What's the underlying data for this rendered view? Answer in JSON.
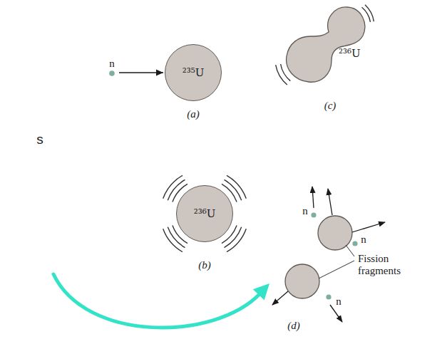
{
  "diagram": {
    "nodes": [
      {
        "text": [
          "n"
        ]
      },
      {
        "text": [
          "²³⁵U"
        ]
      },
      {
        "text": [
          "²³⁶U"
        ]
      },
      {
        "text": [
          "²³⁶U"
        ]
      }
    ],
    "edges": [
      {
        "from": 0,
        "to": 1,
        "arrow": "to"
      }
    ],
    "labels": [
      "(a)",
      "(c)",
      "s",
      "(b)",
      "n",
      "n",
      "n",
      "Fission fragments",
      "(d)"
    ]
  }
}
